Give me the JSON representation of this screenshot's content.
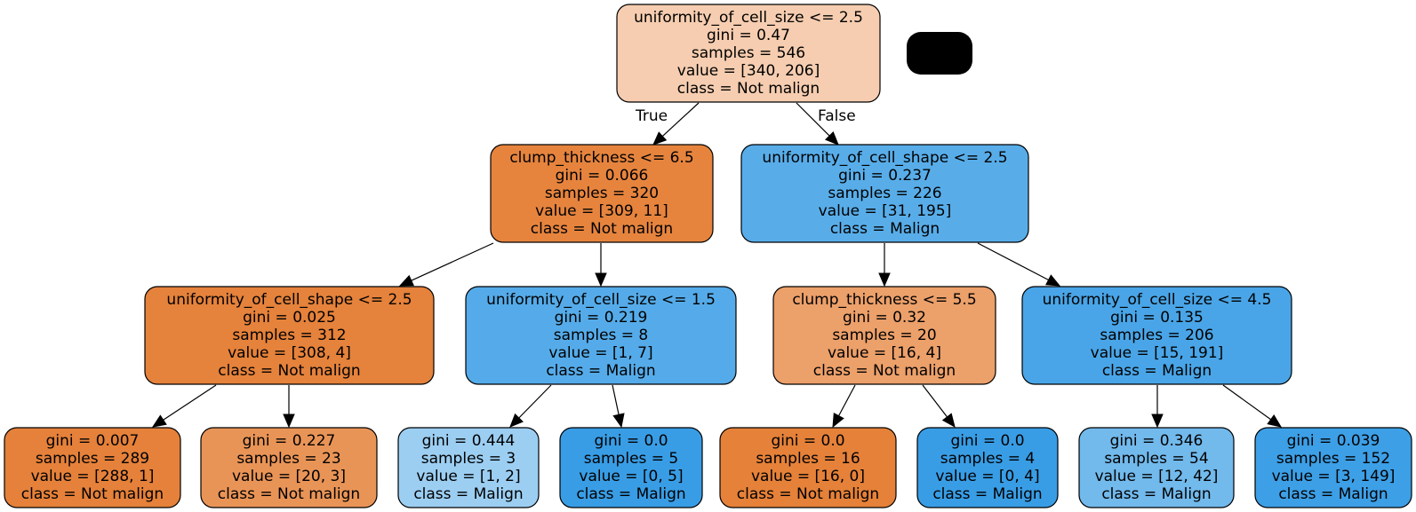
{
  "title": "Decision tree (breast cancer classification)",
  "class_colors": {
    "Not malign": "#e58139",
    "Malign": "#399de5"
  },
  "edge_labels": {
    "true": "True",
    "false": "False"
  },
  "nodes": [
    {
      "id": "n0",
      "split": "uniformity_of_cell_size <= 2.5",
      "gini": "gini = 0.47",
      "samples": "samples = 546",
      "value": "value = [340, 206]",
      "class": "class = Not malign",
      "fill": "#f6cdb0"
    },
    {
      "id": "n1",
      "split": "clump_thickness <= 6.5",
      "gini": "gini = 0.066",
      "samples": "samples = 320",
      "value": "value = [309, 11]",
      "class": "class = Not malign",
      "fill": "#e6843e"
    },
    {
      "id": "n2",
      "split": "uniformity_of_cell_shape <= 2.5",
      "gini": "gini = 0.025",
      "samples": "samples = 312",
      "value": "value = [308, 4]",
      "class": "class = Not malign",
      "fill": "#e5823b"
    },
    {
      "id": "n3",
      "split": null,
      "gini": "gini = 0.007",
      "samples": "samples = 289",
      "value": "value = [288, 1]",
      "class": "class = Not malign",
      "fill": "#e5813a"
    },
    {
      "id": "n4",
      "split": null,
      "gini": "gini = 0.227",
      "samples": "samples = 23",
      "value": "value = [20, 3]",
      "class": "class = Not malign",
      "fill": "#e99457"
    },
    {
      "id": "n5",
      "split": "uniformity_of_cell_size <= 1.5",
      "gini": "gini = 0.219",
      "samples": "samples = 8",
      "value": "value = [1, 7]",
      "class": "class = Malign",
      "fill": "#55abe9"
    },
    {
      "id": "n6",
      "split": null,
      "gini": "gini = 0.444",
      "samples": "samples = 3",
      "value": "value = [1, 2]",
      "class": "class = Malign",
      "fill": "#9ccef2"
    },
    {
      "id": "n7",
      "split": null,
      "gini": "gini = 0.0",
      "samples": "samples = 5",
      "value": "value = [0, 5]",
      "class": "class = Malign",
      "fill": "#399de5"
    },
    {
      "id": "n8",
      "split": "uniformity_of_cell_shape <= 2.5",
      "gini": "gini = 0.237",
      "samples": "samples = 226",
      "value": "value = [31, 195]",
      "class": "class = Malign",
      "fill": "#58ade9"
    },
    {
      "id": "n9",
      "split": "clump_thickness <= 5.5",
      "gini": "gini = 0.32",
      "samples": "samples = 20",
      "value": "value = [16, 4]",
      "class": "class = Not malign",
      "fill": "#eca06a"
    },
    {
      "id": "n10",
      "split": null,
      "gini": "gini = 0.0",
      "samples": "samples = 16",
      "value": "value = [16, 0]",
      "class": "class = Not malign",
      "fill": "#e58139"
    },
    {
      "id": "n11",
      "split": null,
      "gini": "gini = 0.0",
      "samples": "samples = 4",
      "value": "value = [0, 4]",
      "class": "class = Malign",
      "fill": "#399de5"
    },
    {
      "id": "n12",
      "split": "uniformity_of_cell_size <= 4.5",
      "gini": "gini = 0.135",
      "samples": "samples = 206",
      "value": "value = [15, 191]",
      "class": "class = Malign",
      "fill": "#49a5e7"
    },
    {
      "id": "n13",
      "split": null,
      "gini": "gini = 0.346",
      "samples": "samples = 54",
      "value": "value = [12, 42]",
      "class": "class = Malign",
      "fill": "#72b9ec"
    },
    {
      "id": "n14",
      "split": null,
      "gini": "gini = 0.039",
      "samples": "samples = 152",
      "value": "value = [3, 149]",
      "class": "class = Malign",
      "fill": "#3d9fe6"
    }
  ],
  "edges": [
    {
      "from": "n0",
      "to": "n1",
      "label": "true"
    },
    {
      "from": "n0",
      "to": "n8",
      "label": "false"
    },
    {
      "from": "n1",
      "to": "n2"
    },
    {
      "from": "n1",
      "to": "n5"
    },
    {
      "from": "n2",
      "to": "n3"
    },
    {
      "from": "n2",
      "to": "n4"
    },
    {
      "from": "n5",
      "to": "n6"
    },
    {
      "from": "n5",
      "to": "n7"
    },
    {
      "from": "n8",
      "to": "n9"
    },
    {
      "from": "n8",
      "to": "n12"
    },
    {
      "from": "n9",
      "to": "n10"
    },
    {
      "from": "n9",
      "to": "n11"
    },
    {
      "from": "n12",
      "to": "n13"
    },
    {
      "from": "n12",
      "to": "n14"
    }
  ]
}
